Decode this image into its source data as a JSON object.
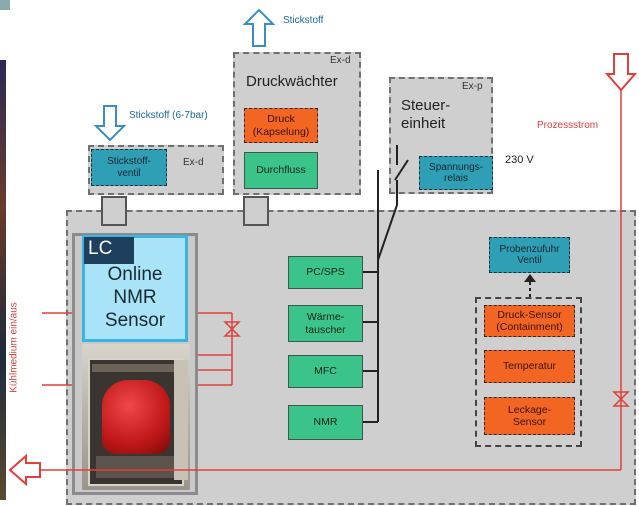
{
  "arrows": {
    "stickstoff_top": "Stickstoff",
    "stickstoff_left": "Stickstoff (6-7bar)",
    "prozessstrom": "Prozessstrom",
    "kuehlmedium": "Kühlmedium ein/aus"
  },
  "druckwaechter": {
    "title": "Druckwächter",
    "tag": "Ex-d",
    "druck": "Druck\n(Kapselung)",
    "durchfluss": "Durchfluss"
  },
  "steuereinheit": {
    "title": "Steuer-\neinheit",
    "tag": "Ex-p",
    "relais": "Spannungs-\nrelais",
    "voltage": "230 V"
  },
  "stickstoffventil": {
    "label": "Stickstoff-\nventil",
    "tag": "Ex-d"
  },
  "sensor": {
    "lc": "LC",
    "text": "Online\nNMR\nSensor"
  },
  "modules": [
    "PC/SPS",
    "Wärme-\ntauscher",
    "MFC",
    "NMR"
  ],
  "probe": {
    "valve": "Probenzufuhr\nVentil",
    "sensors": [
      "Druck-Sensor\n(Containment)",
      "Temperatur",
      "Leckage-\nSensor"
    ]
  },
  "colors": {
    "enclosure": "#cfcfcf",
    "teal": "#2e9fb4",
    "green": "#3ac489",
    "orange": "#f26522",
    "blue_arrow": "#3a8cc4",
    "red_arrow": "#e0403a",
    "lc_label_bg": "#1f3f5e",
    "sensor_panel": "#a9e3f7"
  }
}
